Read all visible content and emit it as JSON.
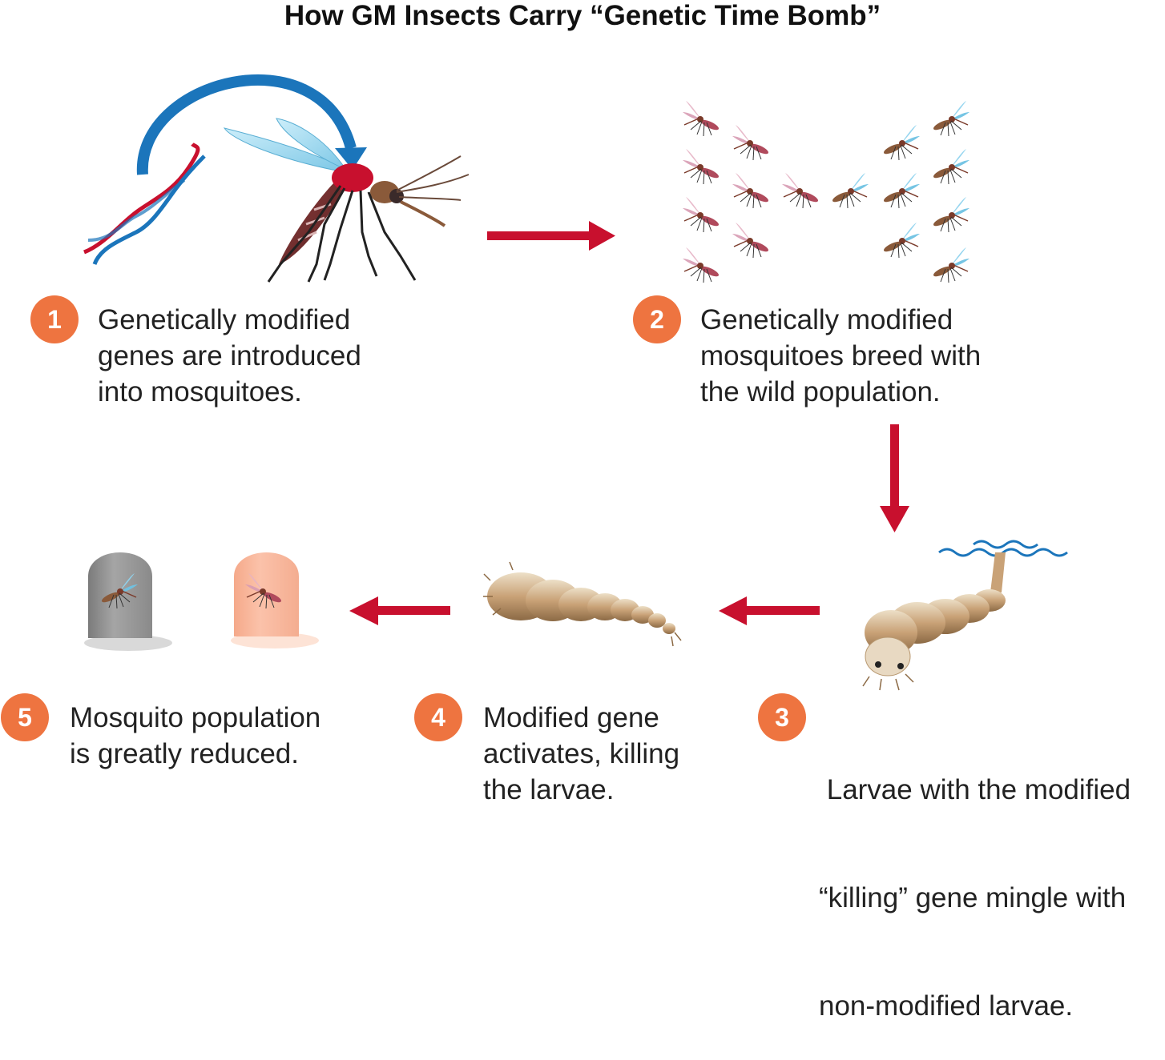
{
  "title": "How GM Insects Carry “Genetic Time Bomb”",
  "colors": {
    "badge": "#ee7440",
    "arrow": "#c8102e",
    "curve_arrow": "#1b75bb",
    "dna_red": "#c8102e",
    "dna_blue": "#1b75bb",
    "water": "#1b75bb",
    "tomb_gray": "#9a9a9a",
    "tomb_peach": "#f7b397",
    "larva": "#c9a277"
  },
  "steps": [
    {
      "number": "1",
      "lines": [
        "Genetically modified",
        "genes are introduced",
        "into mosquitoes."
      ],
      "icon": "gm-mosquito-with-dna"
    },
    {
      "number": "2",
      "lines": [
        "Genetically modified",
        "mosquitoes breed with",
        "the wild population."
      ],
      "icon": "mosquito-swarm"
    },
    {
      "number": "3",
      "lines": [
        " Larvae with the modified",
        "“killing” gene mingle with",
        "non-modified larvae."
      ],
      "icon": "larva-in-water"
    },
    {
      "number": "4",
      "lines": [
        "Modified gene",
        "activates, killing",
        "the larvae."
      ],
      "icon": "dead-larva"
    },
    {
      "number": "5",
      "lines": [
        "Mosquito population",
        "is greatly reduced."
      ],
      "icon": "tombstones"
    }
  ]
}
